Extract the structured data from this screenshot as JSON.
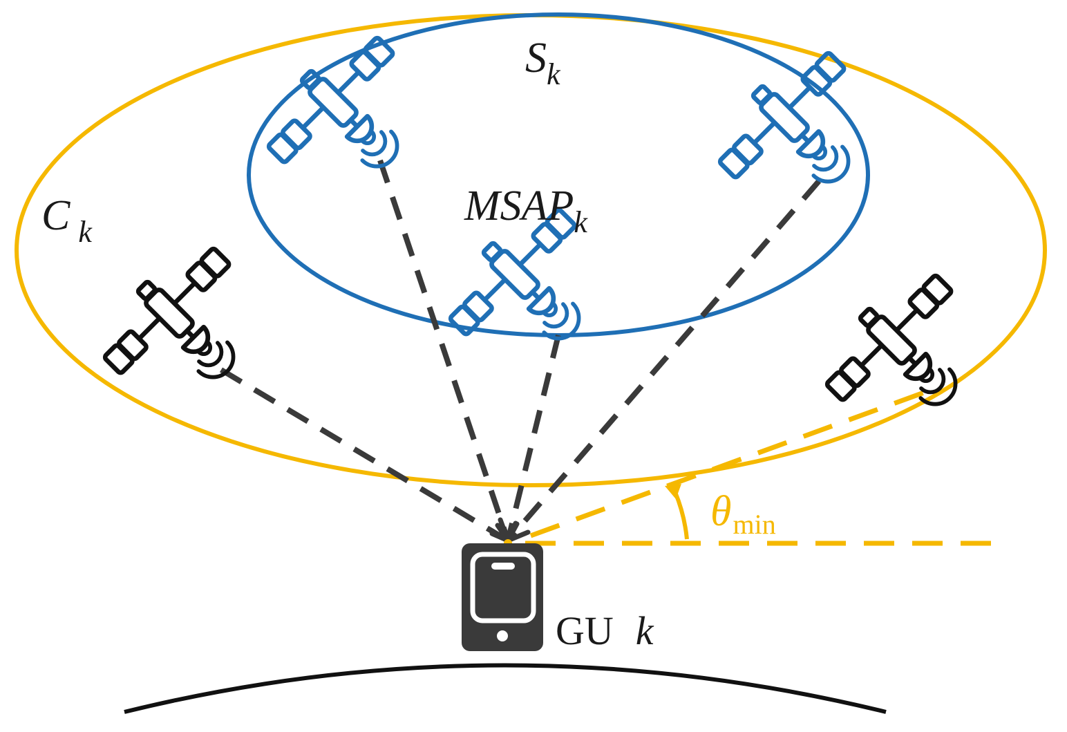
{
  "labels": {
    "candidate_set": "C",
    "candidate_set_sub": "k",
    "serving_set": "S",
    "serving_set_sub": "k",
    "msap": "MSAP",
    "msap_sub": "k",
    "angle": "θ",
    "angle_sub": "min",
    "gu": "GU",
    "gu_k": "k"
  },
  "colors": {
    "candidate_ellipse": "#f5b800",
    "serving_ellipse": "#1f6fb5",
    "serving_satellite": "#1f6fb5",
    "other_satellite": "#111111",
    "link_line": "#3a3a3a",
    "elevation_line": "#f5b800",
    "terminal": "#3a3a3a",
    "earth": "#111111"
  },
  "icons": {
    "satellite": "satellite-icon",
    "terminal": "smartphone-icon"
  }
}
